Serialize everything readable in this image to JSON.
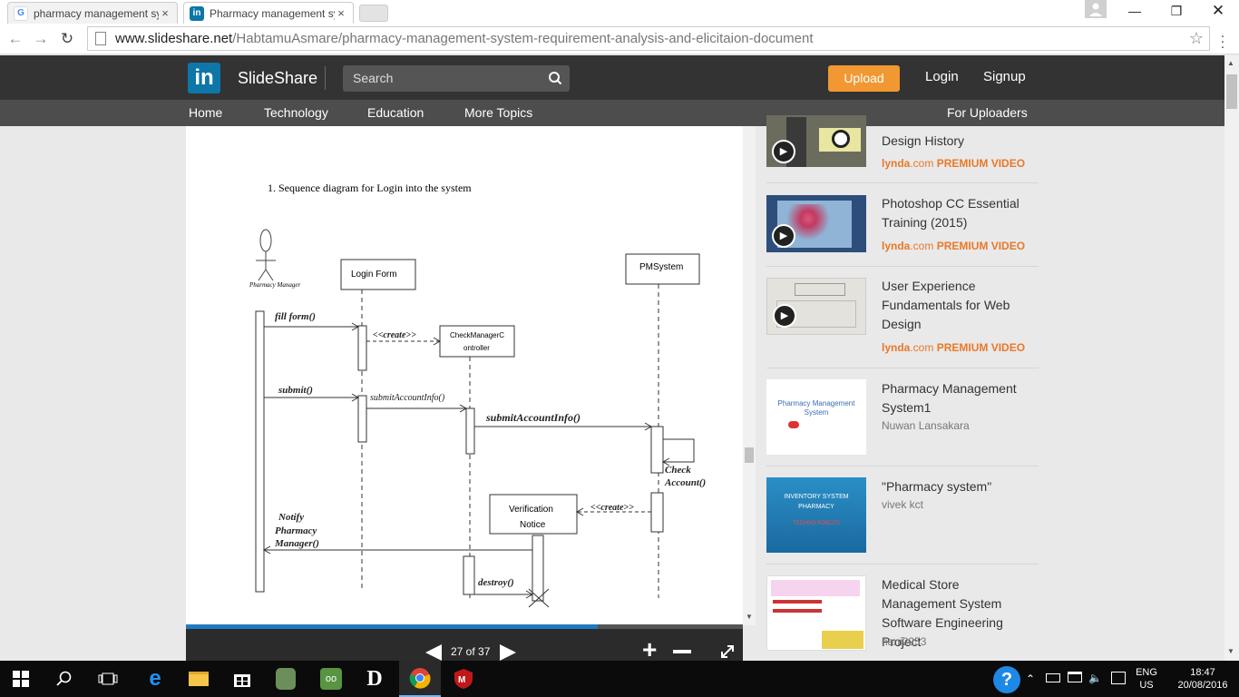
{
  "browser": {
    "tabs": [
      {
        "title": "pharmacy management sy",
        "close": "×",
        "favicon": "G",
        "favicon_color": "#4285f4"
      },
      {
        "title": "Pharmacy management sy",
        "close": "×",
        "favicon": "in",
        "favicon_color": "#0e76a8"
      }
    ],
    "url_host": "www.slideshare.net",
    "url_path": "/HabtamuAsmare/pharmacy-management-system-requirement-analysis-and-elicitaion-document"
  },
  "header": {
    "logo_mark": "in",
    "brand": "SlideShare",
    "search_placeholder": "Search",
    "upload": "Upload",
    "login": "Login",
    "signup": "Signup",
    "nav": [
      "Home",
      "Technology",
      "Education",
      "More Topics"
    ],
    "for_uploaders": "For Uploaders"
  },
  "slide": {
    "heading": "1.  Sequence diagram  for Login  into the system",
    "actor": "Pharmacy Manager",
    "login_form": "Login Form",
    "pmsystem": "PMSystem",
    "check_controller_1": "CheckManagerC",
    "check_controller_2": "ontroller",
    "verification_1": "Verification",
    "verification_2": "Notice",
    "msg_fill": "fill form()",
    "msg_create1": "<<create>>",
    "msg_submit": "submit()",
    "msg_submit_info_ret": "submitAccountInfo()",
    "msg_submit_info": "submitAccountInfo()",
    "msg_check_1": "Check",
    "msg_check_2": "Account()",
    "msg_create2": "<<create>>",
    "msg_notify_1": "Notify",
    "msg_notify_2": "Pharmacy",
    "msg_notify_3": "Manager()",
    "msg_destroy": "destroy()"
  },
  "player": {
    "page": "27 of 37",
    "progress": 0.74
  },
  "related": [
    {
      "title": "Design History",
      "source": "lynda",
      "source_suffix": ".com",
      "badge": "PREMIUM VIDEO"
    },
    {
      "title": "Photoshop CC Essential Training (2015)",
      "source": "lynda",
      "source_suffix": ".com",
      "badge": "PREMIUM VIDEO"
    },
    {
      "title": "User Experience Fundamentals for Web Design",
      "source": "lynda",
      "source_suffix": ".com",
      "badge": "PREMIUM VIDEO"
    },
    {
      "title": "Pharmacy Management System1",
      "author": "Nuwan Lansakara",
      "thumb_text": "Pharmacy Management System"
    },
    {
      "title": "\"Pharmacy system\"",
      "author": "vivek kct",
      "thumb_text_1": "INVENTORY SYSTEM",
      "thumb_text_2": "PHARMACY",
      "thumb_text_3": "TECHNO ROBOTS"
    },
    {
      "title": "Medical Store Management System Software Engineering Project",
      "author": "hani2253"
    }
  ],
  "taskbar": {
    "lang_1": "ENG",
    "lang_2": "US",
    "time": "18:47",
    "date": "20/08/2016"
  },
  "colors": {
    "accent": "#f19832",
    "header": "#333333",
    "nav": "#4d4d4d",
    "progress": "#1f7bbf",
    "linkedin": "#0e76a8",
    "lynda": "#e8792a"
  }
}
